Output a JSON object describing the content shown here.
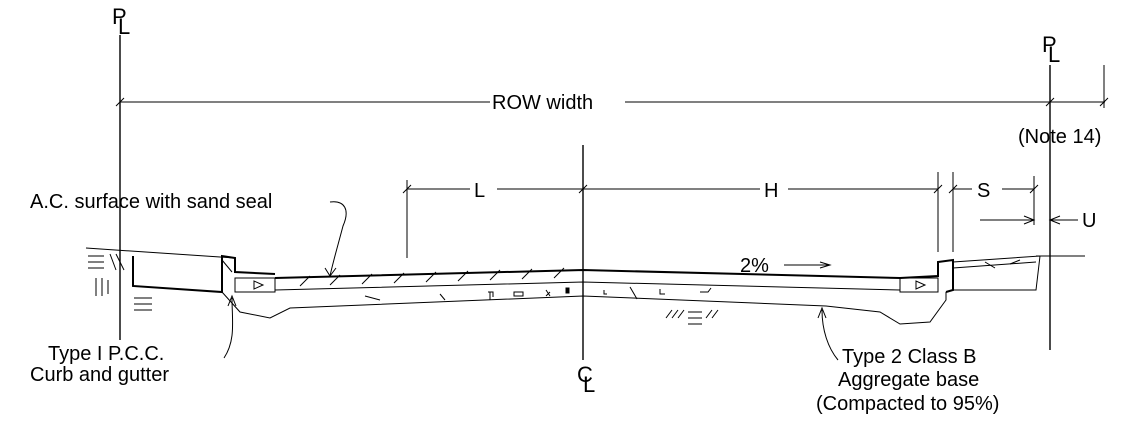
{
  "labels": {
    "pl_left": "P",
    "pl_left_sub": "L",
    "pl_right": "P",
    "pl_right_sub": "L",
    "row_width": "ROW width",
    "note": "(Note 14)",
    "dim_l": "L",
    "dim_h": "H",
    "dim_s": "S",
    "dim_u": "U",
    "surface": "A.C. surface with sand seal",
    "slope": "2%",
    "curb_line1": "Type I  P.C.C.",
    "curb_line2": "Curb and gutter",
    "centerline": "C",
    "centerline_sub": "L",
    "base_line1": "Type 2  Class B",
    "base_line2": "Aggregate base",
    "base_line3": "(Compacted to 95%)"
  }
}
